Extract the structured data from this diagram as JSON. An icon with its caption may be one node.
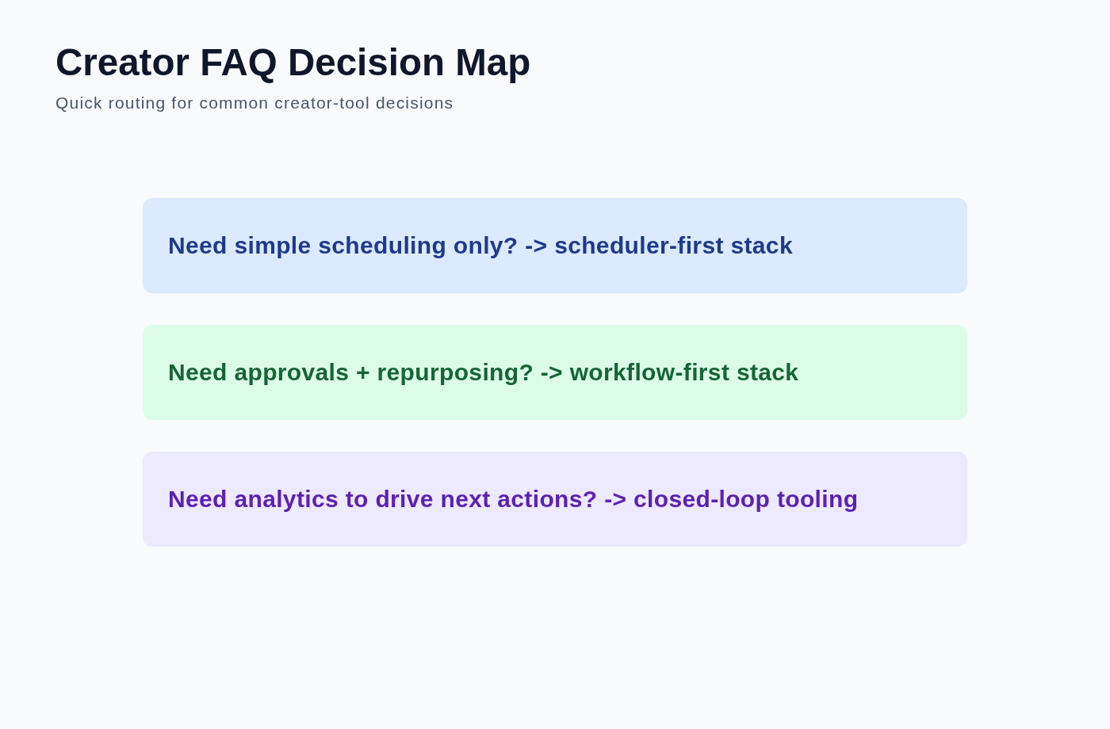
{
  "diagram": {
    "title": "Creator FAQ Decision Map",
    "labels": [
      "Quick routing for common creator-tool decisions"
    ],
    "nodes": [
      {
        "text": [
          "Need simple scheduling only? -> scheduler-first stack"
        ]
      },
      {
        "text": [
          "Need approvals + repurposing? -> workflow-first stack"
        ]
      },
      {
        "text": [
          "Need analytics to drive next actions? -> closed-loop tooling"
        ]
      }
    ]
  }
}
